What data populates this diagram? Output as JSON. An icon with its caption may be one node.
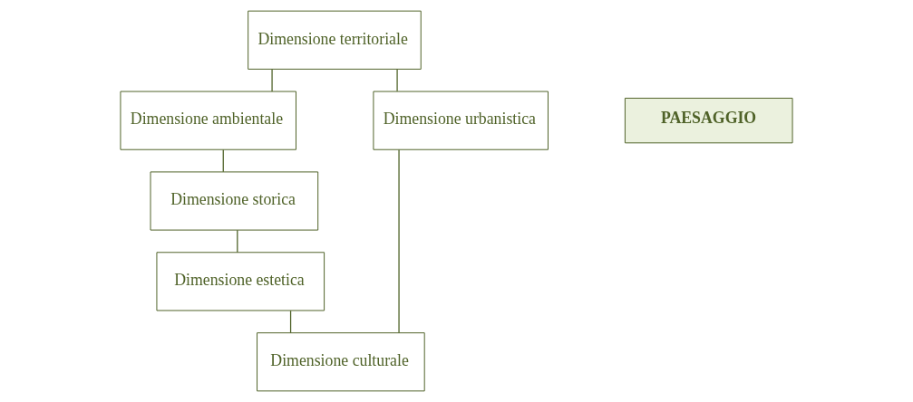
{
  "diagram": {
    "nodes": [
      {
        "text": [
          "Dimensione territoriale"
        ]
      },
      {
        "text": [
          "Dimensione ambientale"
        ]
      },
      {
        "text": [
          "PAESAGGIO"
        ]
      },
      {
        "text": [
          "Dimensione urbanistica"
        ]
      },
      {
        "text": [
          "Dimensione storica"
        ]
      },
      {
        "text": [
          "Dimensione culturale"
        ]
      },
      {
        "text": [
          "Dimensione estetica"
        ]
      }
    ],
    "edges": [
      {
        "from": 0,
        "to": 1,
        "arrow": "none"
      },
      {
        "from": 1,
        "to": 4,
        "arrow": "none"
      },
      {
        "from": 4,
        "to": 6,
        "arrow": "none"
      },
      {
        "from": 6,
        "to": 5,
        "arrow": "none"
      },
      {
        "from": 5,
        "to": 3,
        "arrow": "none"
      },
      {
        "from": 3,
        "to": 0,
        "arrow": "none"
      }
    ]
  }
}
